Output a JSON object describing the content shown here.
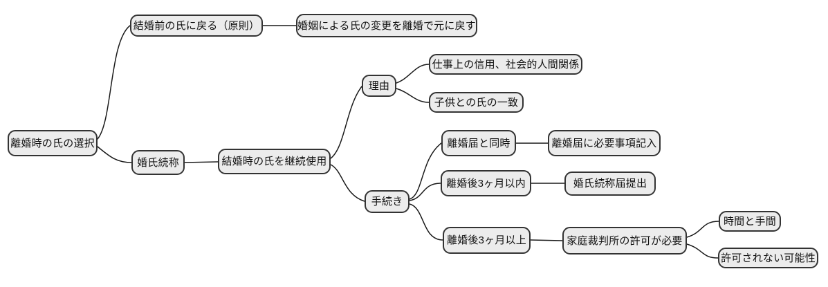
{
  "diagram": {
    "type": "mindmap",
    "direction": "left-to-right",
    "colors": {
      "background": "#ffffff",
      "node_fill": "#ececec",
      "node_border": "#333333",
      "edge": "#1a1a1a",
      "text": "#111111"
    }
  },
  "tree": {
    "label": "離婚時の氏の選択",
    "children": [
      {
        "label": "結婚前の氏に戻る（原則）",
        "children": [
          {
            "label": "婚姻による氏の変更を離婚で元に戻す",
            "children": []
          }
        ]
      },
      {
        "label": "婚氏続称",
        "children": [
          {
            "label": "結婚時の氏を継続使用",
            "children": [
              {
                "label": "理由",
                "children": [
                  {
                    "label": "仕事上の信用、社会的人間関係",
                    "children": []
                  },
                  {
                    "label": "子供との氏の一致",
                    "children": []
                  }
                ]
              },
              {
                "label": "手続き",
                "children": [
                  {
                    "label": "離婚届と同時",
                    "children": [
                      {
                        "label": "離婚届に必要事項記入",
                        "children": []
                      }
                    ]
                  },
                  {
                    "label": "離婚後3ヶ月以内",
                    "children": [
                      {
                        "label": "婚氏続称届提出",
                        "children": []
                      }
                    ]
                  },
                  {
                    "label": "離婚後3ヶ月以上",
                    "children": [
                      {
                        "label": "家庭裁判所の許可が必要",
                        "children": [
                          {
                            "label": "時間と手間",
                            "children": []
                          },
                          {
                            "label": "許可されない可能性",
                            "children": []
                          }
                        ]
                      }
                    ]
                  }
                ]
              }
            ]
          }
        ]
      }
    ]
  }
}
